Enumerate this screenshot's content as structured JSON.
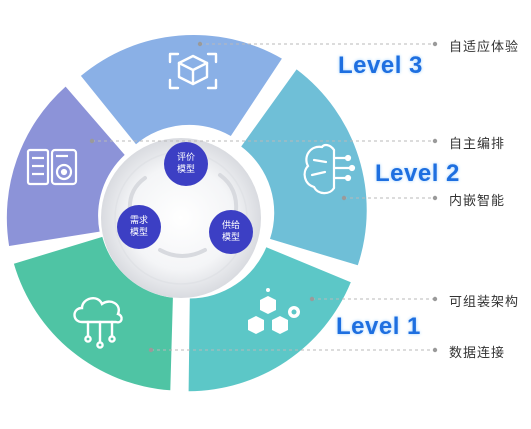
{
  "levels": {
    "level3": "Level 3",
    "level2": "Level 2",
    "level1": "Level 1"
  },
  "captions": {
    "adaptive": "自适应体验",
    "autonomous": "自主编排",
    "embedded_ai": "内嵌智能",
    "composable": "可组装架构",
    "data_connect": "数据连接"
  },
  "center_nodes": {
    "evaluation": [
      "评价",
      "模型"
    ],
    "demand": [
      "需求",
      "模型"
    ],
    "supply": [
      "供给",
      "模型"
    ]
  },
  "colors": {
    "top": "#8ab0e6",
    "right": "#6fbfd7",
    "bottom_right": "#5cc7c7",
    "bottom_left": "#4fc4a4",
    "left": "#8c93d8",
    "node": "#3c3fc4",
    "level_text": "#1e6fe0"
  },
  "icons": {
    "top": "cube-arrows-icon",
    "right": "brain-circuit-icon",
    "bottom_right": "hexagon-gear-icon",
    "bottom_left": "cloud-network-icon",
    "left": "server-disk-icon"
  }
}
